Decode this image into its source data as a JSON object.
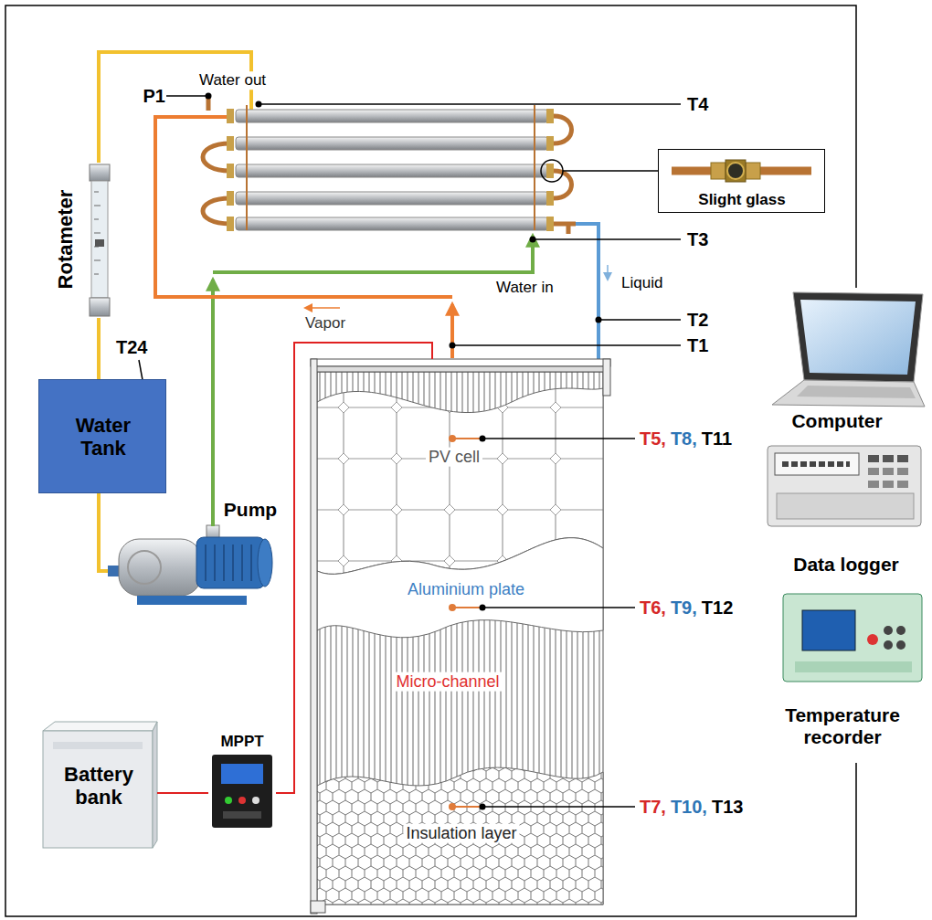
{
  "diagram": {
    "nodes": [
      {
        "text": [
          "Rotameter"
        ]
      },
      {
        "text": [
          "Water Tank"
        ]
      },
      {
        "text": [
          "Pump"
        ]
      },
      {
        "text": [
          "Slight glass"
        ]
      },
      {
        "text": [
          "PV cell",
          "Aluminium plate",
          "Micro-channel",
          "Insulation layer"
        ]
      },
      {
        "text": [
          "MPPT"
        ]
      },
      {
        "text": [
          "Battery bank"
        ]
      },
      {
        "text": [
          "Computer"
        ]
      },
      {
        "text": [
          "Data logger"
        ]
      },
      {
        "text": [
          "Temperature recorder"
        ]
      }
    ],
    "edges": [
      {
        "from": 1,
        "to": 0,
        "arrow": "none"
      },
      {
        "from": 1,
        "to": 2,
        "arrow": "none"
      },
      {
        "from": 6,
        "to": 5,
        "arrow": "none"
      },
      {
        "from": 5,
        "to": 4,
        "arrow": "none"
      }
    ],
    "labels": [
      "P1",
      "Water out",
      "T4",
      "T3",
      "Water in",
      "Liquid",
      "T2",
      "Vapor",
      "T1",
      "T24",
      "T5,",
      "T8,",
      "T11",
      "T6,",
      "T9,",
      "T12",
      "T7,",
      "T10,",
      "T13"
    ]
  }
}
